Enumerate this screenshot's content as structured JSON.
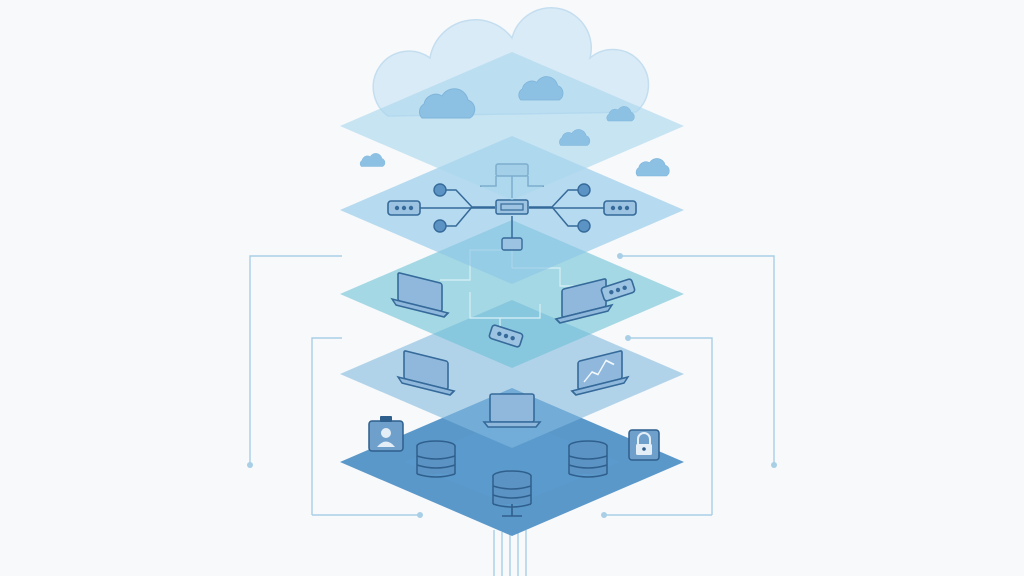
{
  "diagram": {
    "layers": [
      {
        "name": "cloud-layer",
        "fill": "#a9d6ee",
        "icons": [
          "cloud-icon",
          "cloud-icon",
          "cloud-icon"
        ]
      },
      {
        "name": "network-layer",
        "fill": "#8ec6e6",
        "icons": [
          "router-icon",
          "switch-icon",
          "switch-icon",
          "switch-icon",
          "node-icon"
        ]
      },
      {
        "name": "connectivity-layer",
        "fill": "#6cc2d6",
        "icons": [
          "laptop-icon",
          "laptop-icon",
          "router-icon",
          "router-icon"
        ]
      },
      {
        "name": "devices-layer",
        "fill": "#82b9e0",
        "icons": [
          "laptop-icon",
          "chart-laptop-icon"
        ]
      },
      {
        "name": "data-layer",
        "fill": "#4d8fc6",
        "icons": [
          "laptop-icon",
          "user-badge-icon",
          "database-icon",
          "database-icon",
          "database-icon",
          "lock-icon"
        ]
      }
    ],
    "colors": {
      "background": "#f7f9fb",
      "connector": "#a8cfe6",
      "icon_stroke": "#356a9a",
      "icon_fill": "#5b93c4"
    }
  }
}
